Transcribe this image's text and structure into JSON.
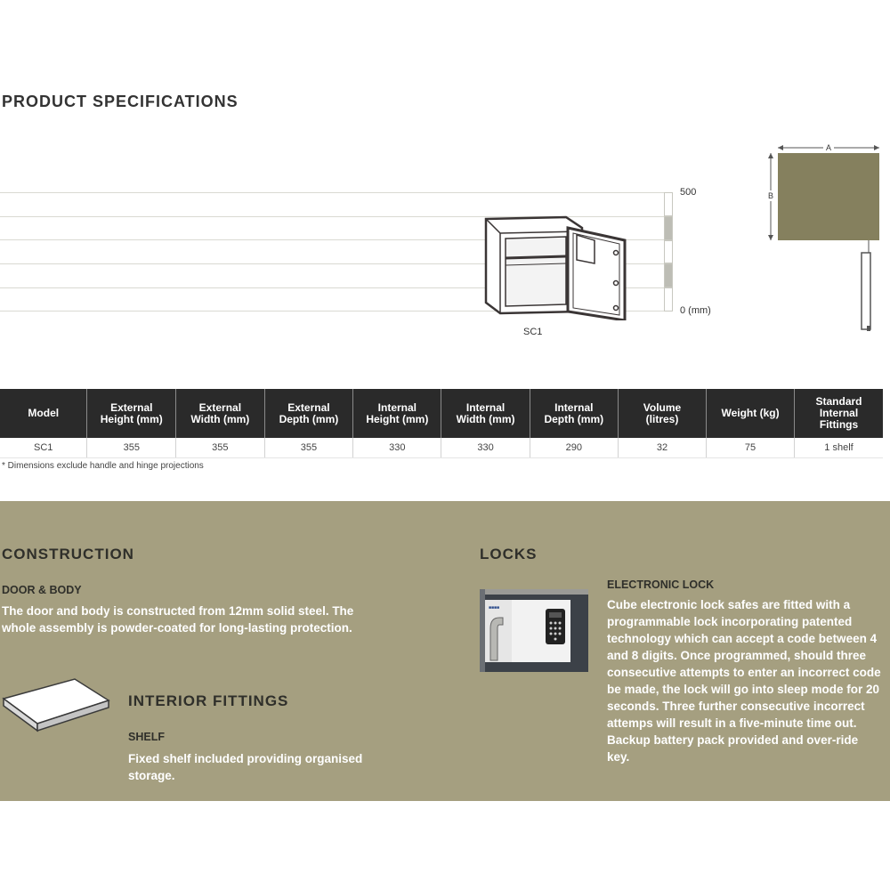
{
  "page_title": "PRODUCT SPECIFICATIONS",
  "size_chart": {
    "scale_max_label": "500",
    "scale_min_label": "0 (mm)",
    "safe_label": "SC1"
  },
  "legend": {
    "width_label": "A",
    "height_label": "B"
  },
  "spec_table": {
    "headers": [
      "Model",
      "External\nHeight (mm)",
      "External\nWidth (mm)",
      "External\nDepth (mm)",
      "Internal\nHeight (mm)",
      "Internal\nWidth (mm)",
      "Internal\nDepth (mm)",
      "Volume\n(litres)",
      "Weight (kg)",
      "Standard\nInternal\nFittings"
    ],
    "rows": [
      [
        "SC1",
        "355",
        "355",
        "355",
        "330",
        "330",
        "290",
        "32",
        "75",
        "1 shelf"
      ]
    ],
    "footnote": "* Dimensions exclude handle and hinge projections"
  },
  "construction": {
    "title": "CONSTRUCTION",
    "door_body_title": "DOOR & BODY",
    "door_body_text": "The door and body is constructed from 12mm solid steel. The whole assembly is powder-coated for long-lasting protection."
  },
  "interior": {
    "title": "INTERIOR FITTINGS",
    "shelf_title": "SHELF",
    "shelf_text": "Fixed shelf included providing organised storage."
  },
  "locks": {
    "title": "LOCKS",
    "electronic_title": "ELECTRONIC LOCK",
    "electronic_text": "Cube electronic lock safes are fitted with a programmable lock incorporating patented technology which can accept a code between 4 and 8 digits. Once programmed, should three consecutive attempts to enter an incorrect code be made, the lock will go into sleep mode for 20 seconds. Three further consecutive incorrect attemps will result in a five-minute time out. Backup battery pack provided and over-ride key."
  },
  "colors": {
    "band": "#a59f80",
    "table_header": "#2a2a2a",
    "legend_box": "#85805e"
  }
}
